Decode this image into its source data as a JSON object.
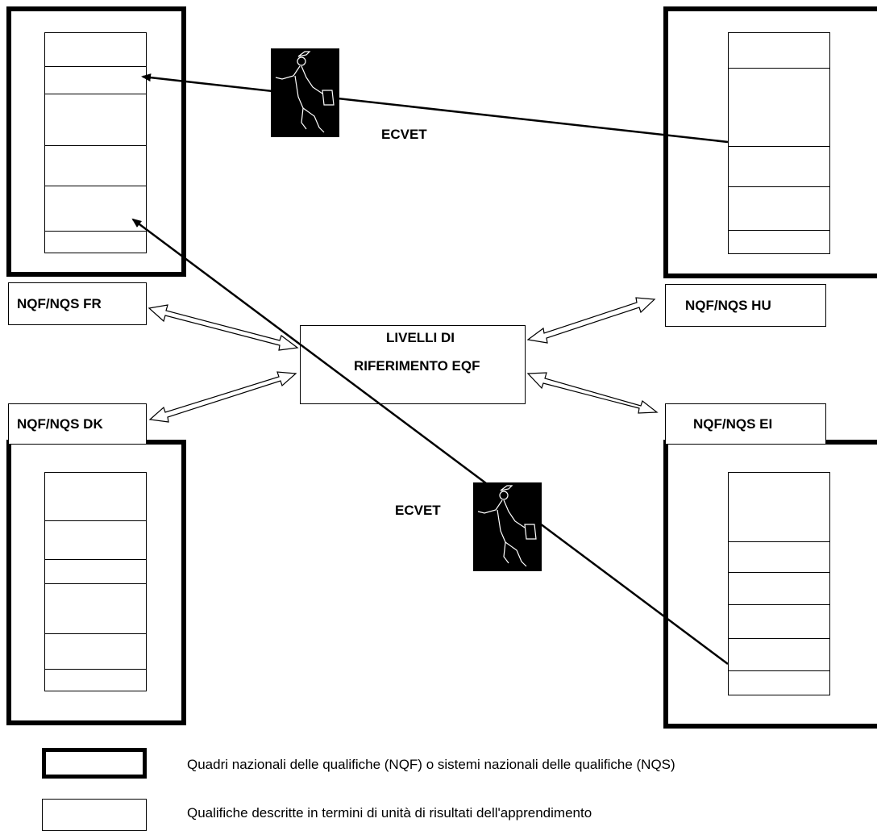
{
  "labels": {
    "fr": "NQF/NQS FR",
    "hu": "NQF/NQS HU",
    "dk": "NQF/NQS DK",
    "ei": "NQF/NQS EI"
  },
  "center": {
    "line1": "LIVELLI DI",
    "line2": "RIFERIMENTO  EQF"
  },
  "ecvet": {
    "top": "ECVET",
    "bottom": "ECVET"
  },
  "legend": {
    "nqf_text": "Quadri nazionali delle qualifiche (NQF) o sistemi nazionali delle qualifiche (NQS)",
    "qual_text": "Qualifiche descritte in termini di unità di risultati dell'apprendimento"
  },
  "icons": {
    "traveller": "walking-traveller-icon"
  },
  "colors": {
    "stroke": "#000000",
    "background": "#ffffff"
  }
}
